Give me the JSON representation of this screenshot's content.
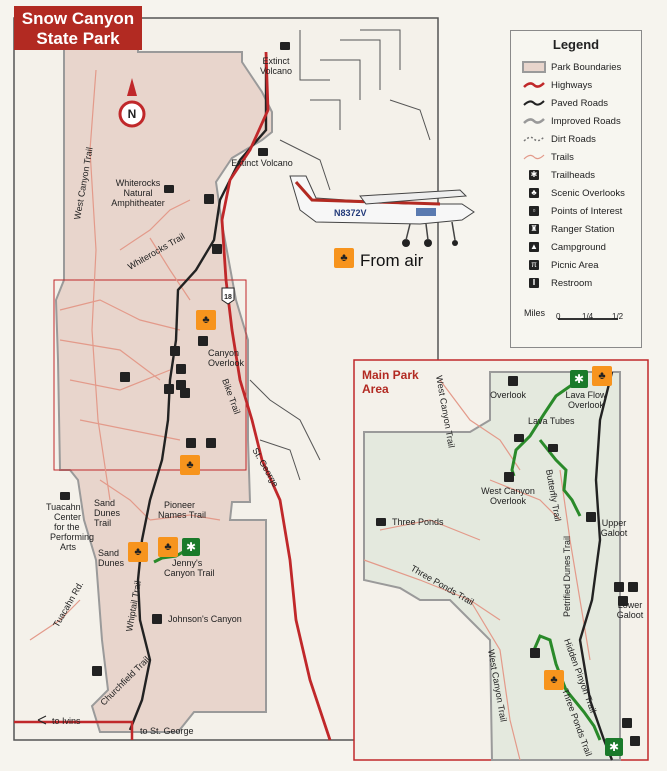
{
  "title": {
    "line1": "Snow Canyon",
    "line2": "State Park"
  },
  "north_label": "N",
  "colors": {
    "park_fill": "#e8d5cc",
    "park_border": "#9a9a9a",
    "highway": "#c0282a",
    "paved_road": "#222222",
    "trail": "#e39a8a",
    "green_route": "#2a8a2a",
    "photo_icon": "#f7941d",
    "title_bg": "#b22a22"
  },
  "legend": {
    "heading": "Legend",
    "items": [
      {
        "label": "Park Boundaries",
        "icon": "park-boundary-swatch"
      },
      {
        "label": "Highways",
        "icon": "highway-line"
      },
      {
        "label": "Paved Roads",
        "icon": "paved-road-line"
      },
      {
        "label": "Improved Roads",
        "icon": "improved-road-line"
      },
      {
        "label": "Dirt Roads",
        "icon": "dirt-road-line"
      },
      {
        "label": "Trails",
        "icon": "trail-line"
      },
      {
        "label": "Trailheads",
        "icon": "hiker-icon"
      },
      {
        "label": "Scenic Overlooks",
        "icon": "binoculars-icon"
      },
      {
        "label": "Points of Interest",
        "icon": "camera-icon"
      },
      {
        "label": "Ranger Station",
        "icon": "ranger-icon"
      },
      {
        "label": "Campground",
        "icon": "tent-icon"
      },
      {
        "label": "Picnic Area",
        "icon": "picnic-table-icon"
      },
      {
        "label": "Restroom",
        "icon": "restroom-icon"
      }
    ],
    "scale": {
      "label": "Miles",
      "ticks": [
        "0",
        "1/4",
        "1/2"
      ]
    }
  },
  "map_labels": {
    "extinct_volcano_1": [
      "Extinct",
      "Volcano"
    ],
    "extinct_volcano_2": [
      "Extinct Volcano"
    ],
    "whiterocks": [
      "Whiterocks",
      "Natural",
      "Amphitheater"
    ],
    "west_canyon_trail": "West Canyon Trail",
    "whiterocks_trail": "Whiterocks Trail",
    "highway_18": "18",
    "canyon_overlook": [
      "Canyon",
      "Overlook"
    ],
    "bike_trail": "Bike Trail",
    "st_george": "St. George",
    "tuacahn": [
      "Tuacahn",
      "Center",
      "for the",
      "Performing",
      "Arts"
    ],
    "sand_dunes_trail": [
      "Sand",
      "Dunes",
      "Trail"
    ],
    "pioneer_names": [
      "Pioneer",
      "Names Trail"
    ],
    "sand_dunes": [
      "Sand",
      "Dunes"
    ],
    "jennys_canyon": [
      "Jenny's",
      "Canyon Trail"
    ],
    "tuacahn_rd": "Tuacahn Rd.",
    "whiptail_trail": "Whiptail Trail",
    "johnsons_canyon": "Johnson's Canyon",
    "churchfield_trail": "Churchfield Trail",
    "to_ivins": "to Ivins",
    "to_st_george": "to St. George",
    "from_air": "From air",
    "plane_id": "N8372V"
  },
  "inset": {
    "title": [
      "Main Park",
      "Area"
    ],
    "labels": {
      "overlook": "Overlook",
      "lava_flow_overlook": [
        "Lava Flow",
        "Overlook"
      ],
      "lava_tubes": "Lava Tubes",
      "west_canyon_trail": "West Canyon Trail",
      "west_canyon_overlook": [
        "West Canyon",
        "Overlook"
      ],
      "butterfly_trail": "Butterfly Trail",
      "three_ponds": "Three Ponds",
      "upper_galoot": [
        "Upper",
        "Galoot"
      ],
      "petrified_dunes": "Petrified Dunes Trail",
      "three_ponds_trail": "Three Ponds Trail",
      "lower_galoot": [
        "Lower",
        "Galoot"
      ],
      "hidden_pinyon": "Hidden Pinyon Trail",
      "three_ponds_trail_2": "Three Ponds Trail",
      "west_canyon_trail_2": "West Canyon Trail"
    }
  }
}
